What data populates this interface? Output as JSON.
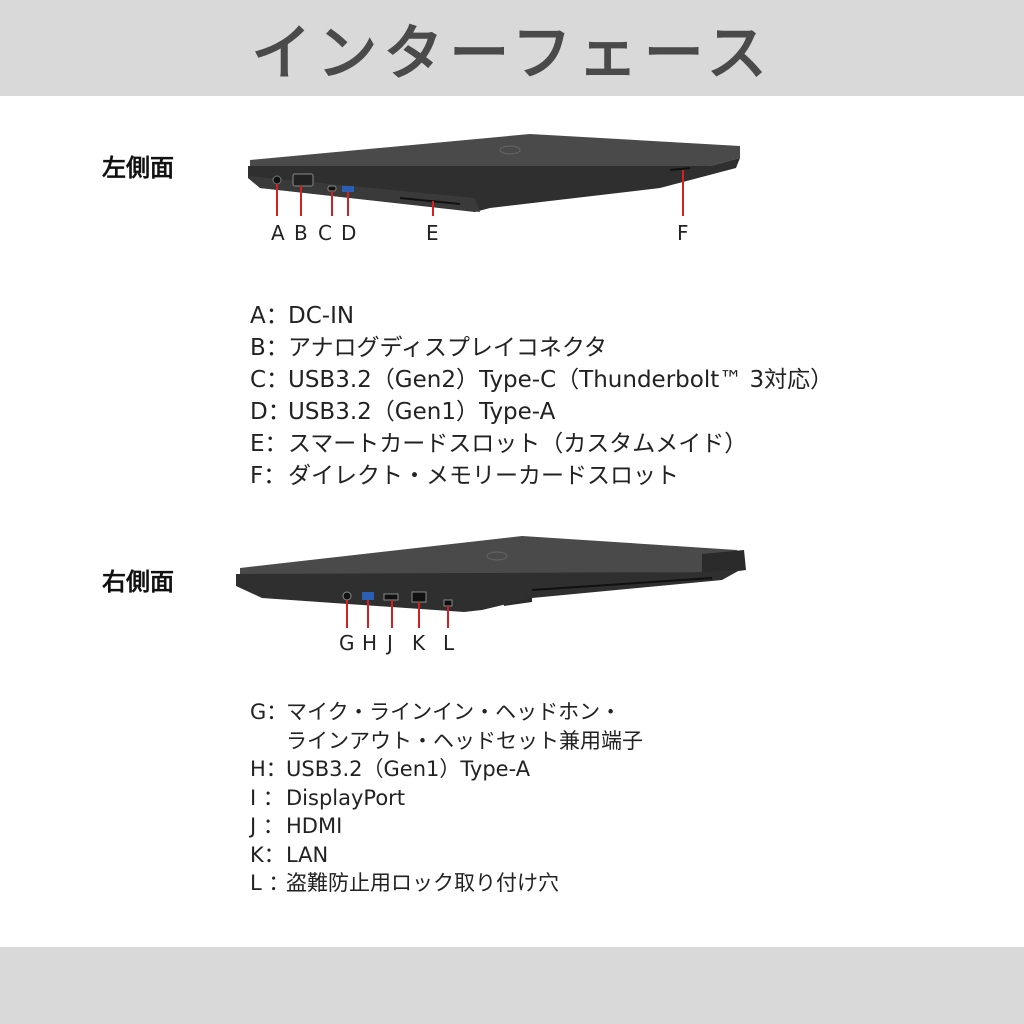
{
  "page_title": "インターフェース",
  "left_side": {
    "heading": "左側面",
    "port_letters": [
      "A",
      "B",
      "C",
      "D",
      "E",
      "F"
    ],
    "ports": [
      {
        "key": "A：",
        "desc": "DC-IN"
      },
      {
        "key": "B：",
        "desc": "アナログディスプレイコネクタ"
      },
      {
        "key": "C：",
        "desc": "USB3.2（Gen2）Type-C（Thunderbolt™ 3対応）"
      },
      {
        "key": "D：",
        "desc": "USB3.2（Gen1）Type-A"
      },
      {
        "key": "E：",
        "desc": "スマートカードスロット（カスタムメイド）"
      },
      {
        "key": "F：",
        "desc": "ダイレクト・メモリーカードスロット"
      }
    ]
  },
  "right_side": {
    "heading": "右側面",
    "port_letters": [
      "G",
      "H",
      "J",
      "K",
      "L"
    ],
    "ports": [
      {
        "key": "G：",
        "desc": "マイク・ラインイン・ヘッドホン・",
        "desc_cont": "ラインアウト・ヘッドセット兼用端子"
      },
      {
        "key": "H：",
        "desc": "USB3.2（Gen1）Type-A"
      },
      {
        "key": "I ：",
        "desc": "DisplayPort"
      },
      {
        "key": "J ：",
        "desc": "HDMI"
      },
      {
        "key": "K：",
        "desc": "LAN"
      },
      {
        "key": "L ：",
        "desc": "盗難防止用ロック取り付け穴"
      }
    ]
  },
  "colors": {
    "band": "#d9d9d9",
    "title": "#4a4a4a",
    "callout": "#d42020",
    "laptop": "#3a3a3a"
  }
}
